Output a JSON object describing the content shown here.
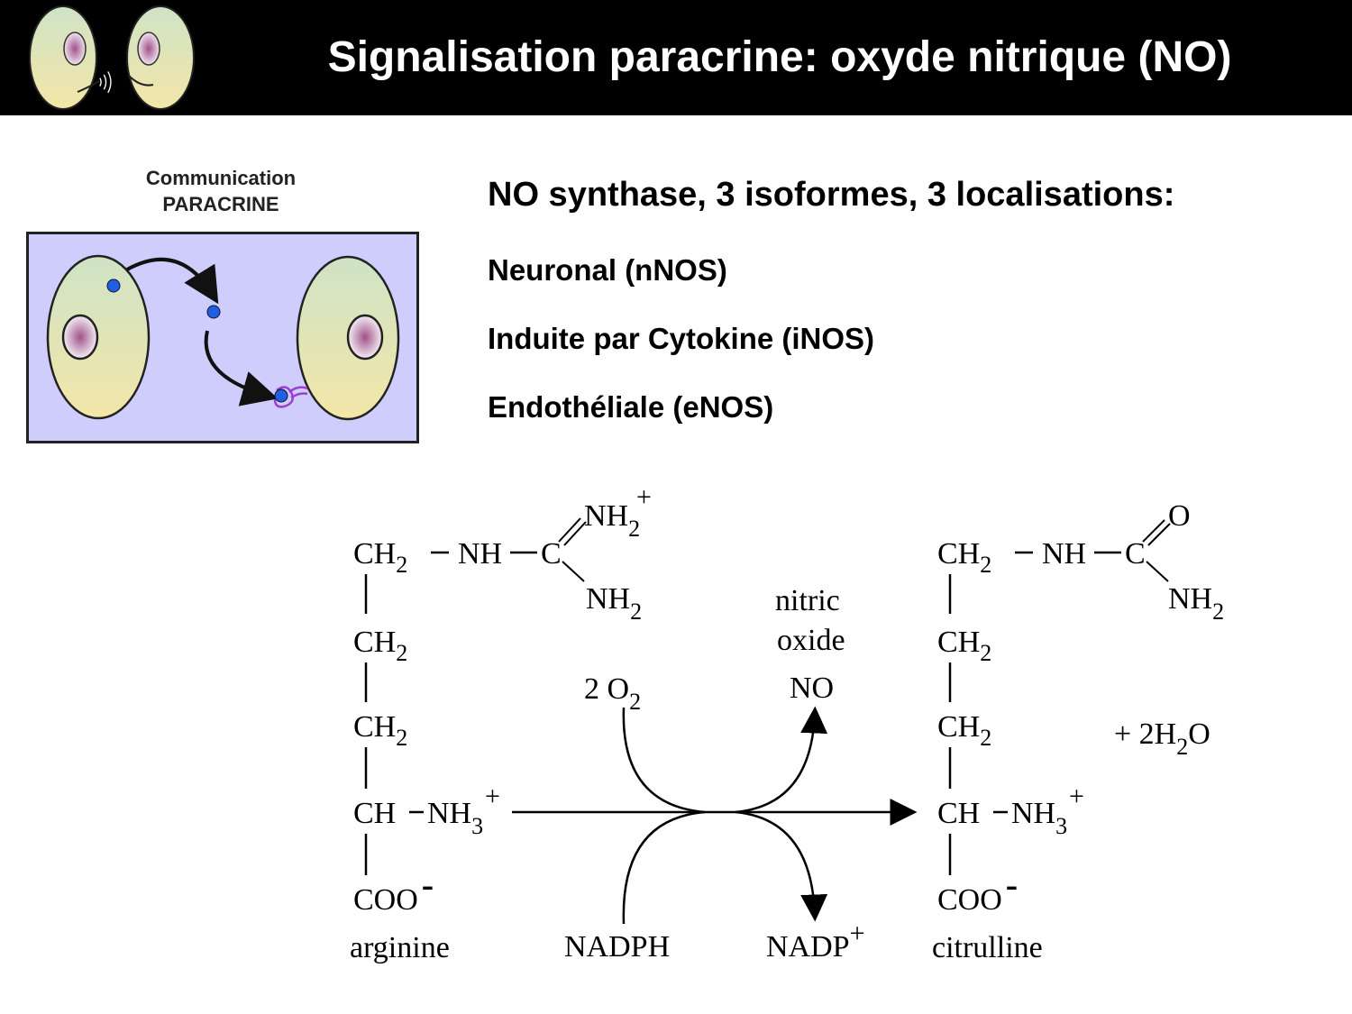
{
  "slide": {
    "title": "Signalisation paracrine: oxyde nitrique (NO)"
  },
  "communication_figure": {
    "title_line1": "Communication",
    "title_line2": "PARACRINE"
  },
  "nos": {
    "heading": "NO synthase,  3 isoformes, 3 localisations:",
    "isoforms": [
      "Neuronal (nNOS)",
      "Induite par Cytokine (iNOS)",
      "Endothéliale (eNOS)"
    ]
  },
  "reaction": {
    "arginine": {
      "ch2_a": "CH",
      "ch2_b": "CH",
      "ch2_c": "CH",
      "nh": "NH",
      "c": "C",
      "nh2_top": "NH",
      "nh2_bottom": "NH",
      "ch": "CH",
      "nh3": "NH",
      "coo": "COO",
      "coo_charge": "-",
      "name": "arginine",
      "sub2": "2",
      "sub3": "3",
      "plus": "+"
    },
    "citrulline": {
      "ch2_a": "CH",
      "ch2_b": "CH",
      "ch2_c": "CH",
      "nh": "NH",
      "c": "C",
      "o": "O",
      "nh2": "NH",
      "ch": "CH",
      "nh3": "NH",
      "coo": "COO",
      "coo_charge": "-",
      "name": "citrulline",
      "sub2": "2",
      "sub3": "3",
      "plus": "+"
    },
    "reagents": {
      "o2_coef": "2 O",
      "o2_sub": "2",
      "nitric": "nitric",
      "oxide": "oxide",
      "no": "NO",
      "nadph": "NADPH",
      "nadp": "NADP",
      "nadp_plus": "+",
      "water_prefix": "+ 2H",
      "water_sub": "2",
      "water_o": "O"
    }
  }
}
